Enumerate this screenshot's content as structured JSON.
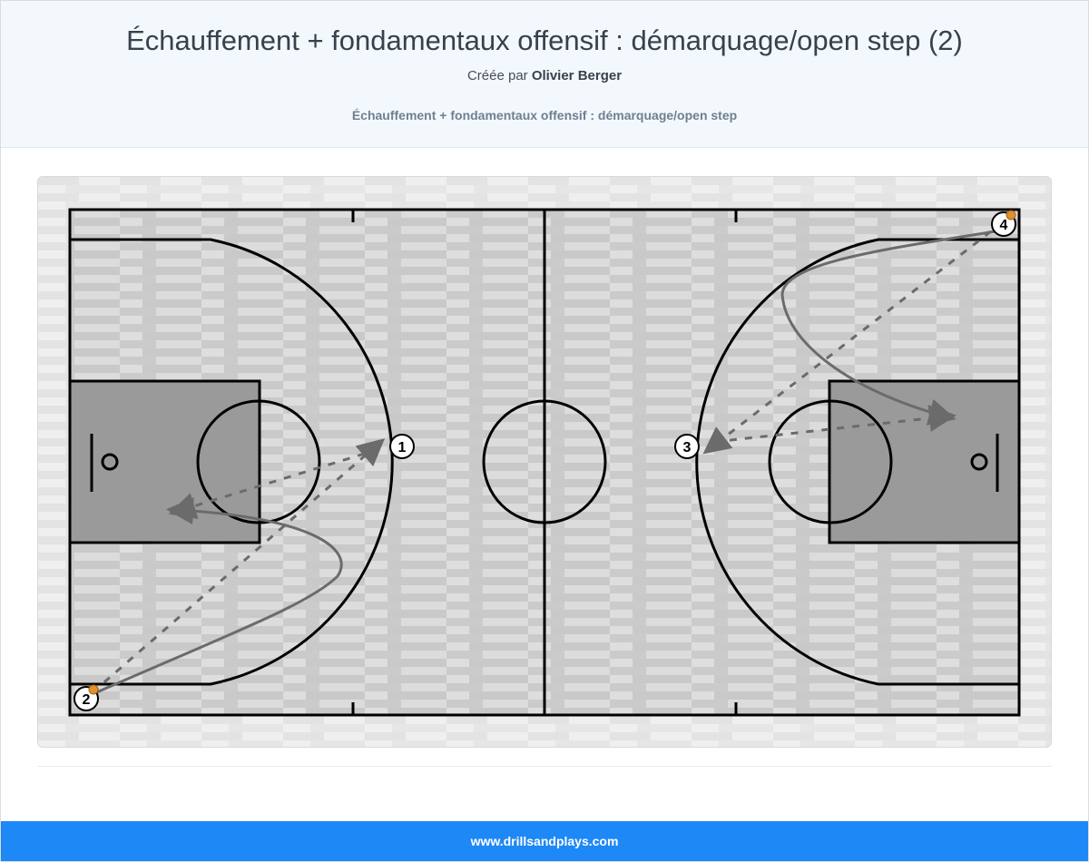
{
  "header": {
    "title": "Échauffement + fondamentaux offensif : démarquage/open step (2)",
    "created_by_prefix": "Créée par ",
    "author": "Olivier Berger",
    "subtitle": "Échauffement + fondamentaux offensif : démarquage/open step"
  },
  "diagram": {
    "players": [
      {
        "label": "1",
        "has_ball": false
      },
      {
        "label": "2",
        "has_ball": true
      },
      {
        "label": "3",
        "has_ball": false
      },
      {
        "label": "4",
        "has_ball": true
      }
    ],
    "colors": {
      "court_floor": "#d6d6d6",
      "paint": "#9a9a9a",
      "lines": "#000000",
      "movement": "#6b6b6b",
      "ball": "#e0912a"
    }
  },
  "footer": {
    "site": "www.drillsandplays.com"
  }
}
